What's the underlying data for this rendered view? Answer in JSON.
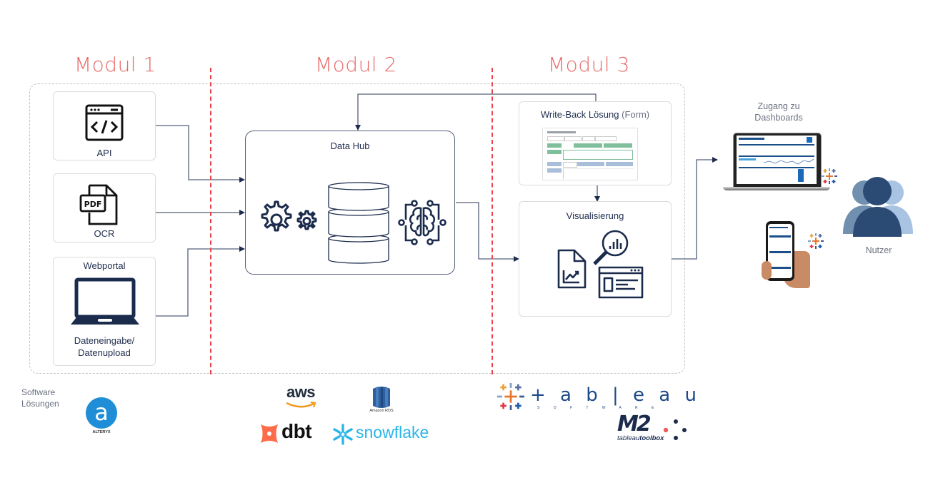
{
  "modules": [
    {
      "title": "Modul 1"
    },
    {
      "title": "Modul 2"
    },
    {
      "title": "Modul 3"
    }
  ],
  "sources": [
    {
      "label": "API",
      "icon": "code-window-icon"
    },
    {
      "label": "OCR",
      "icon": "pdf-file-icon"
    },
    {
      "title": "Webportal",
      "label_line1": "Dateneingabe/",
      "label_line2": "Datenupload",
      "icon": "laptop-icon"
    }
  ],
  "data_hub": {
    "title": "Data Hub",
    "icons": [
      "gears-icon",
      "database-icon",
      "ai-brain-icon"
    ]
  },
  "write_back": {
    "title": "Write-Back Lösung",
    "title_suffix": "(Form)"
  },
  "visualization": {
    "title": "Visualisierung"
  },
  "access": {
    "title_line1": "Zugang zu",
    "title_line2": "Dashboards"
  },
  "users": {
    "label": "Nutzer"
  },
  "software": {
    "label_line1": "Software",
    "label_line2": "Lösungen",
    "logos": {
      "alteryx": "ALTERYX",
      "aws": "aws",
      "amazon_rds": "Amazon RDS",
      "dbt": "dbt",
      "snowflake": "snowflake",
      "tableau": "+ a b | e a u",
      "tableau_sub": "S O F T W A R E",
      "m2": "M2",
      "m2_sub_a": "tableau",
      "m2_sub_b": "toolbox"
    }
  },
  "colors": {
    "module_title": "#e86a6a",
    "divider": "#e8454a",
    "navy": "#1f2d4d",
    "connector": "#55607a",
    "outer_border": "#c4c4c4"
  }
}
